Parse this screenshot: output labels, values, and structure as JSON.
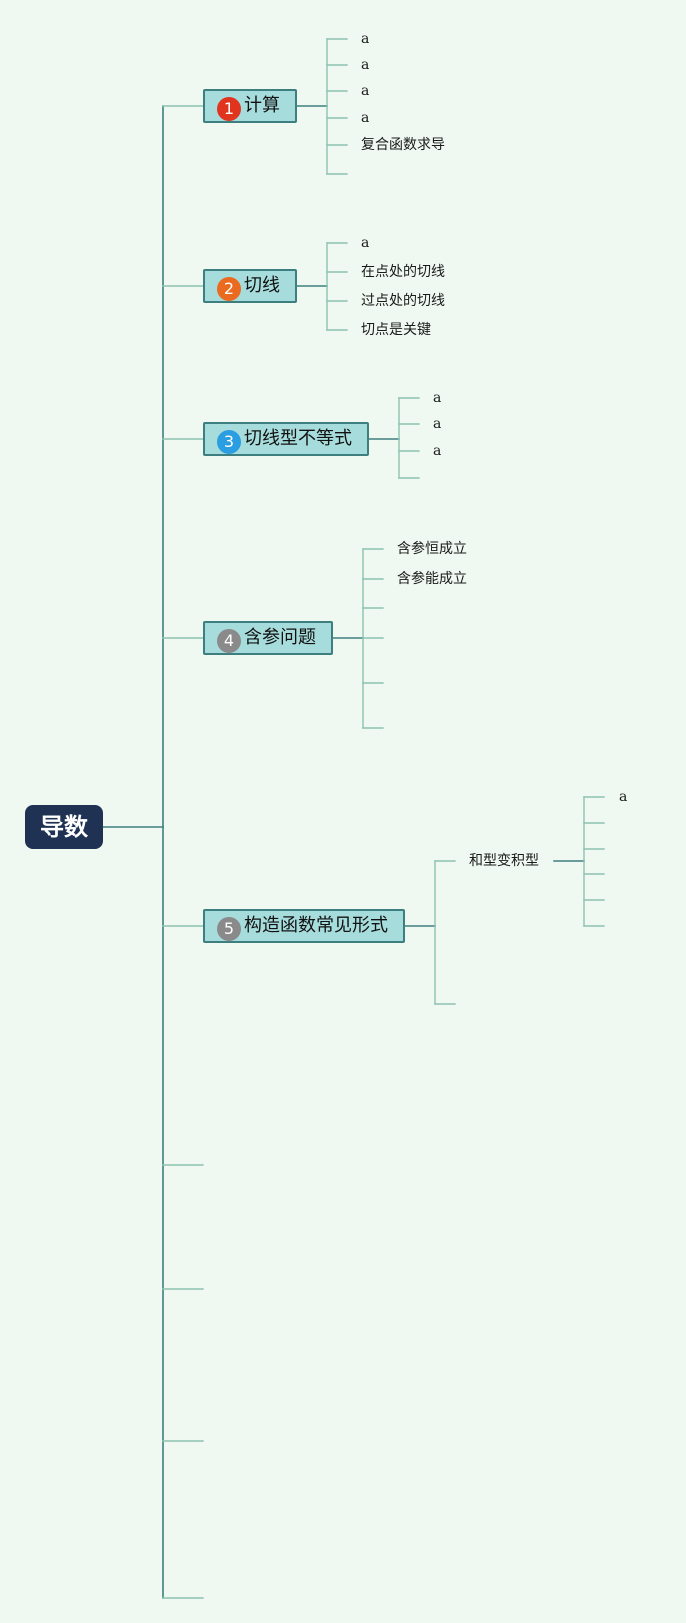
{
  "root": {
    "label": "导数"
  },
  "topics": [
    {
      "number": "1",
      "label": "计算",
      "badge_color": "#e0341e",
      "children": [
        "a",
        "a",
        "a",
        "a",
        "复合函数求导",
        ""
      ]
    },
    {
      "number": "2",
      "label": "切线",
      "badge_color": "#ea6a1f",
      "children": [
        "a",
        "在点处的切线",
        "过点处的切线",
        "切点是关键"
      ]
    },
    {
      "number": "3",
      "label": "切线型不等式",
      "badge_color": "#2a9ee0",
      "children": [
        "a",
        "a",
        "a",
        ""
      ]
    },
    {
      "number": "4",
      "label": "含参问题",
      "badge_color": "#8a8a8a",
      "children": [
        "含参恒成立",
        "含参能成立",
        "",
        "",
        "",
        ""
      ]
    },
    {
      "number": "5",
      "label": "构造函数常见形式",
      "badge_color": "#8a8a8a",
      "children": [
        "和型变积型",
        ""
      ],
      "grandchildren": [
        "a",
        "",
        "",
        "",
        "",
        ""
      ]
    }
  ],
  "extra_branches": [
    "",
    "",
    "",
    ""
  ],
  "colors": {
    "background": "#f0f9f1",
    "root": "#1f3253",
    "topic_fill": "#a7dcdc",
    "trunk": "#3d7f7f",
    "branch": "#8cc3b1"
  }
}
